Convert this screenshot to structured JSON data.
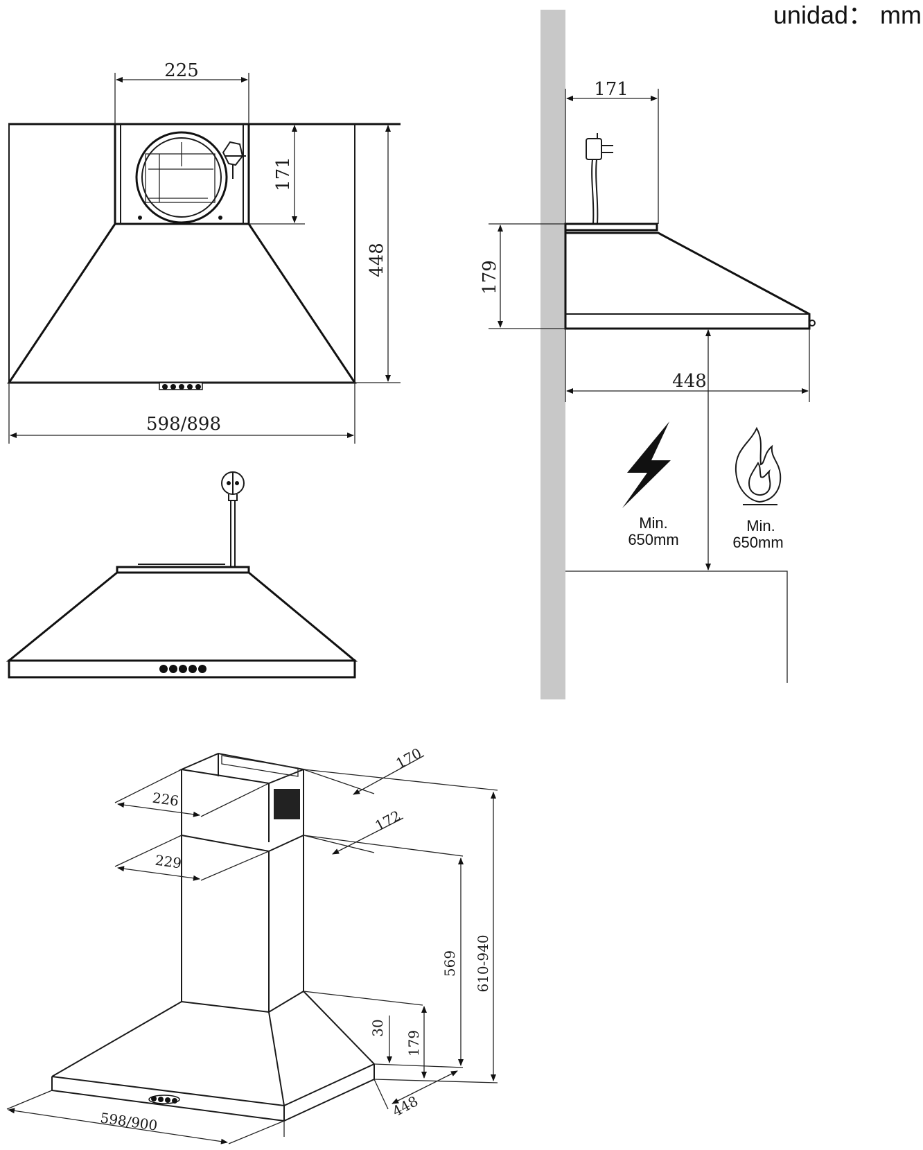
{
  "unit_label": "unidad： mm",
  "front_view": {
    "chimney_width": "225",
    "chimney_height": "171",
    "total_height": "448",
    "hood_width": "598/898"
  },
  "side_view": {
    "chimney_depth": "171",
    "hood_height": "179",
    "hood_depth": "448",
    "electric_min": [
      "Min.",
      "650mm"
    ],
    "gas_min": [
      "Min.",
      "650mm"
    ]
  },
  "iso_view": {
    "top_depth": "170",
    "top_width": "226",
    "lower_depth": "172",
    "lower_width": "229",
    "chimney_height": "569",
    "total_height": "610-940",
    "lip_height": "30",
    "hood_height": "179",
    "depth": "448",
    "width": "598/900"
  },
  "icons": [
    "lightning-icon",
    "flame-icon",
    "plug-icon",
    "control-buttons-icon"
  ]
}
